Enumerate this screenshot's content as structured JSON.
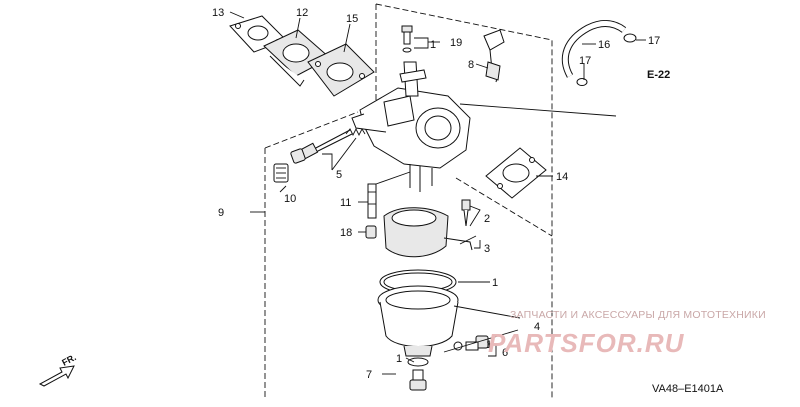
{
  "diagram": {
    "callouts": [
      "1",
      "2",
      "3",
      "4",
      "5",
      "6",
      "7",
      "8",
      "9",
      "10",
      "11",
      "12",
      "13",
      "14",
      "15",
      "16",
      "17",
      "18",
      "19"
    ],
    "reference": "E-22",
    "direction_label": "FR.",
    "diagram_code": "VA48–E1401A"
  },
  "watermark": {
    "tagline": "ЗАПЧАСТИ И АКСЕССУАРЫ ДЛЯ МОТОТЕХНИКИ",
    "brand": "PARTSFOR.RU",
    "color": "#e8b9b9"
  }
}
